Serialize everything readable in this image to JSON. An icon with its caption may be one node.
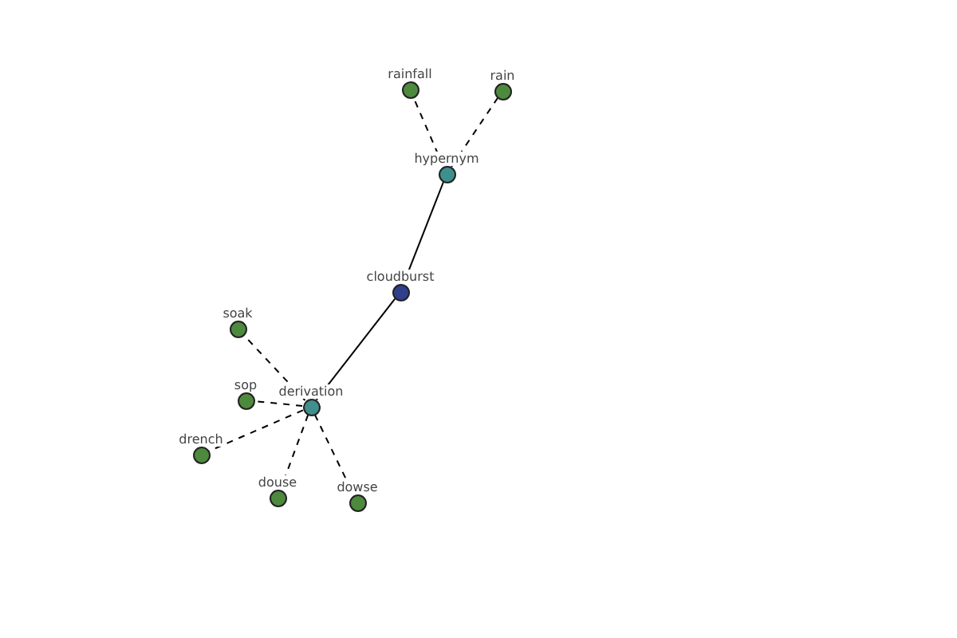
{
  "diagram": {
    "nodes": [
      {
        "text": [
          "rainfall"
        ]
      },
      {
        "text": [
          "rain"
        ]
      },
      {
        "text": [
          "hypernym"
        ]
      },
      {
        "text": [
          "cloudburst"
        ]
      },
      {
        "text": [
          "soak"
        ]
      },
      {
        "text": [
          "sop"
        ]
      },
      {
        "text": [
          "derivation"
        ]
      },
      {
        "text": [
          "drench"
        ]
      },
      {
        "text": [
          "douse"
        ]
      },
      {
        "text": [
          "dowse"
        ]
      }
    ],
    "edges": [
      {
        "from": 2,
        "to": 0,
        "arrow": "none",
        "style": "dashed"
      },
      {
        "from": 2,
        "to": 1,
        "arrow": "none",
        "style": "dashed"
      },
      {
        "from": 3,
        "to": 2,
        "arrow": "none"
      },
      {
        "from": 3,
        "to": 6,
        "arrow": "none"
      },
      {
        "from": 6,
        "to": 4,
        "arrow": "none",
        "style": "dashed"
      },
      {
        "from": 6,
        "to": 5,
        "arrow": "none",
        "style": "dashed"
      },
      {
        "from": 6,
        "to": 7,
        "arrow": "none",
        "style": "dashed"
      },
      {
        "from": 6,
        "to": 8,
        "arrow": "none",
        "style": "dashed"
      },
      {
        "from": 6,
        "to": 9,
        "arrow": "none",
        "style": "dashed"
      }
    ]
  }
}
